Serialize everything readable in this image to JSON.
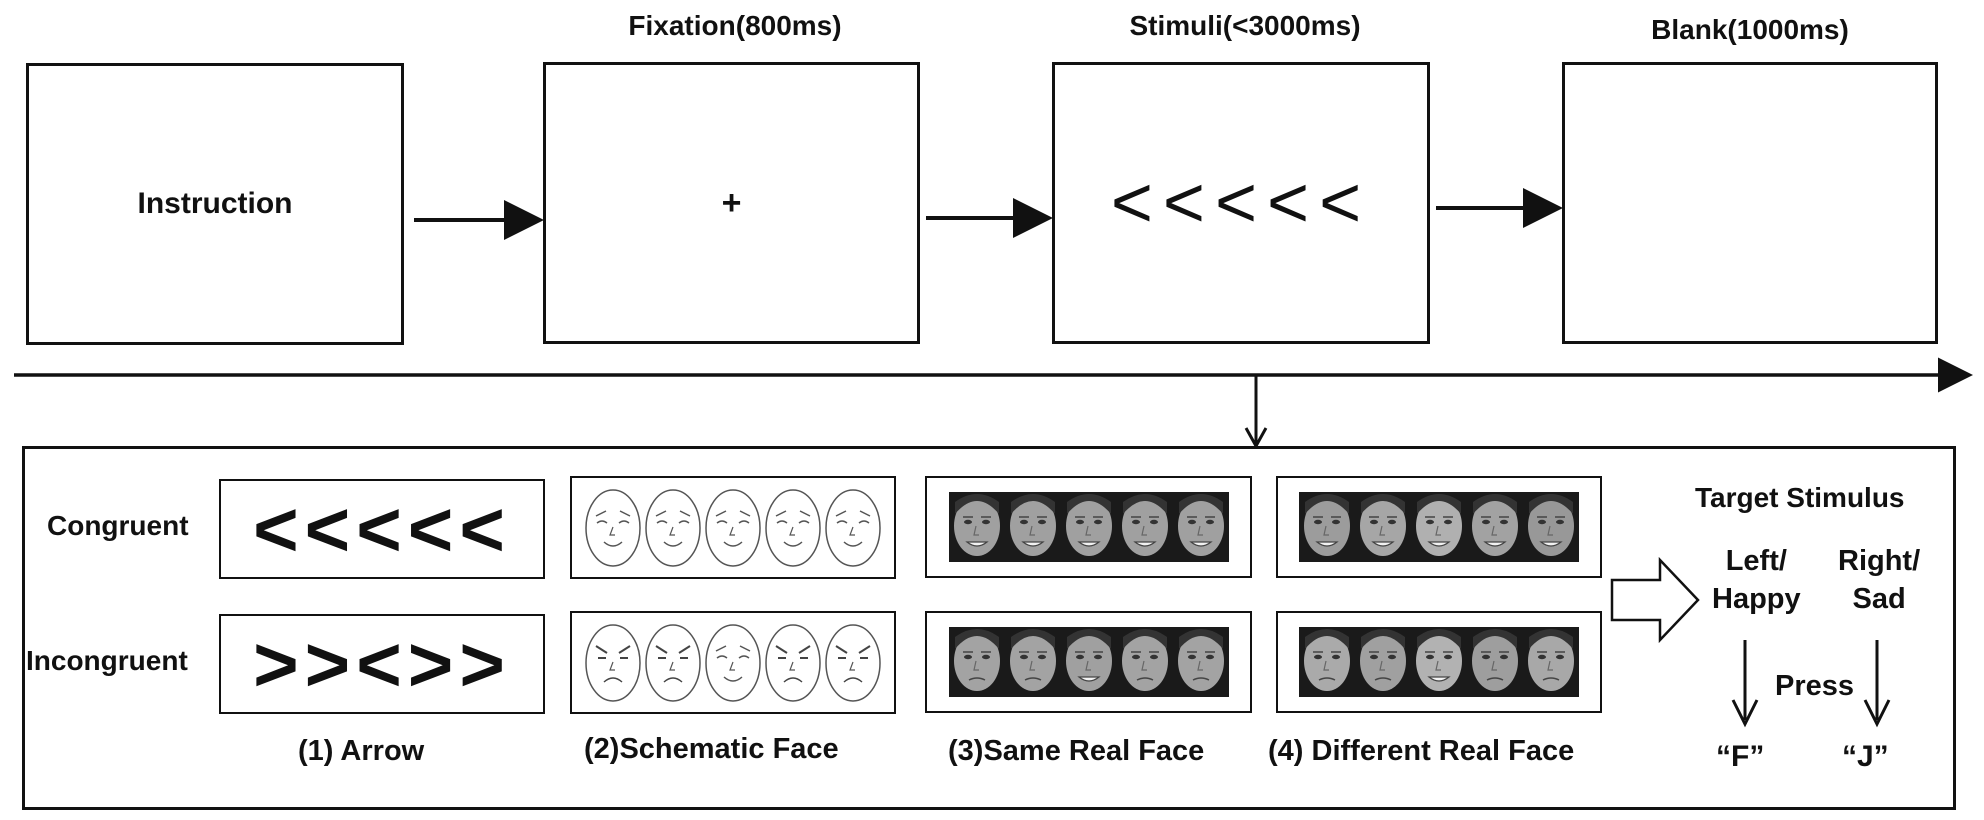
{
  "sequence": {
    "instruction": "Instruction",
    "fixation_title": "Fixation(800ms)",
    "fixation_symbol": "+",
    "stimuli_title": "Stimuli(<3000ms)",
    "stimuli_arrows": "<<<<<",
    "blank_title": "Blank(1000ms)"
  },
  "conditions": {
    "congruent": "Congruent",
    "incongruent": "Incongruent"
  },
  "stimuli": {
    "arrow_congruent": "<<<<<",
    "arrow_incongruent": ">><>>",
    "captions": [
      "(1)  Arrow",
      "(2)Schematic  Face",
      "(3)Same Real Face",
      "(4)  Different Real Face"
    ]
  },
  "response": {
    "target_title": "Target Stimulus",
    "left_line1": "Left/",
    "left_line2": "Happy",
    "right_line1": "Right/",
    "right_line2": "Sad",
    "press": "Press",
    "key_left": "“F”",
    "key_right": "“J”"
  },
  "colors": {
    "ink": "#111111",
    "face_gray": "#9a9a9a"
  }
}
